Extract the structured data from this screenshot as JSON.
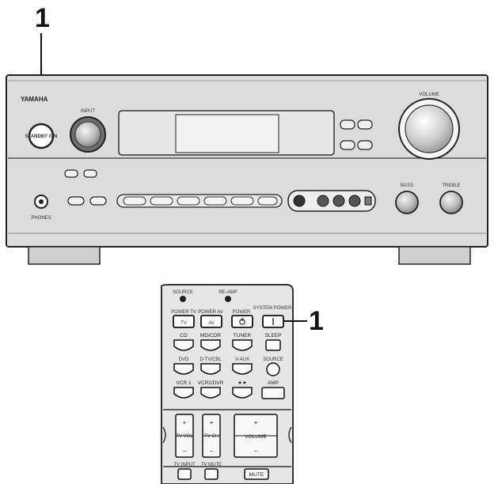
{
  "callouts": {
    "receiver": "1",
    "remote": "1"
  },
  "receiver": {
    "brand": "YAMAHA",
    "standby_button": "STANDBY /ON",
    "input_knob": "INPUT",
    "volume_knob": "VOLUME",
    "bass_knob": "BASS",
    "treble_knob": "TREBLE",
    "phones": "PHONES",
    "colors": {
      "body": "#dcdcdc",
      "display": "#e6e6e6",
      "foot": "#cfcfcf"
    }
  },
  "remote": {
    "indicator_left": "SOURCE",
    "indicator_right": "RE-AMP",
    "row1": [
      "POWER TV",
      "POWER AV",
      "POWER",
      "SYSTEM POWER"
    ],
    "row1_icons": [
      "TV",
      "AV",
      "",
      ""
    ],
    "row2": [
      "CD",
      "MD/CDR",
      "TUNER",
      "SLEEP"
    ],
    "row3": [
      "DVD",
      "D-TV/CBL",
      "V-AUX",
      "SOURCE"
    ],
    "row4": [
      "VCR 1",
      "VCR2/DVR",
      "★★",
      "AMP"
    ],
    "tv_vol": "TV VOL",
    "tv_ch": "TV CH",
    "volume": "VOLUME",
    "tv_input": "TV INPUT",
    "tv_mute": "TV MUTE",
    "mute": "MUTE"
  }
}
